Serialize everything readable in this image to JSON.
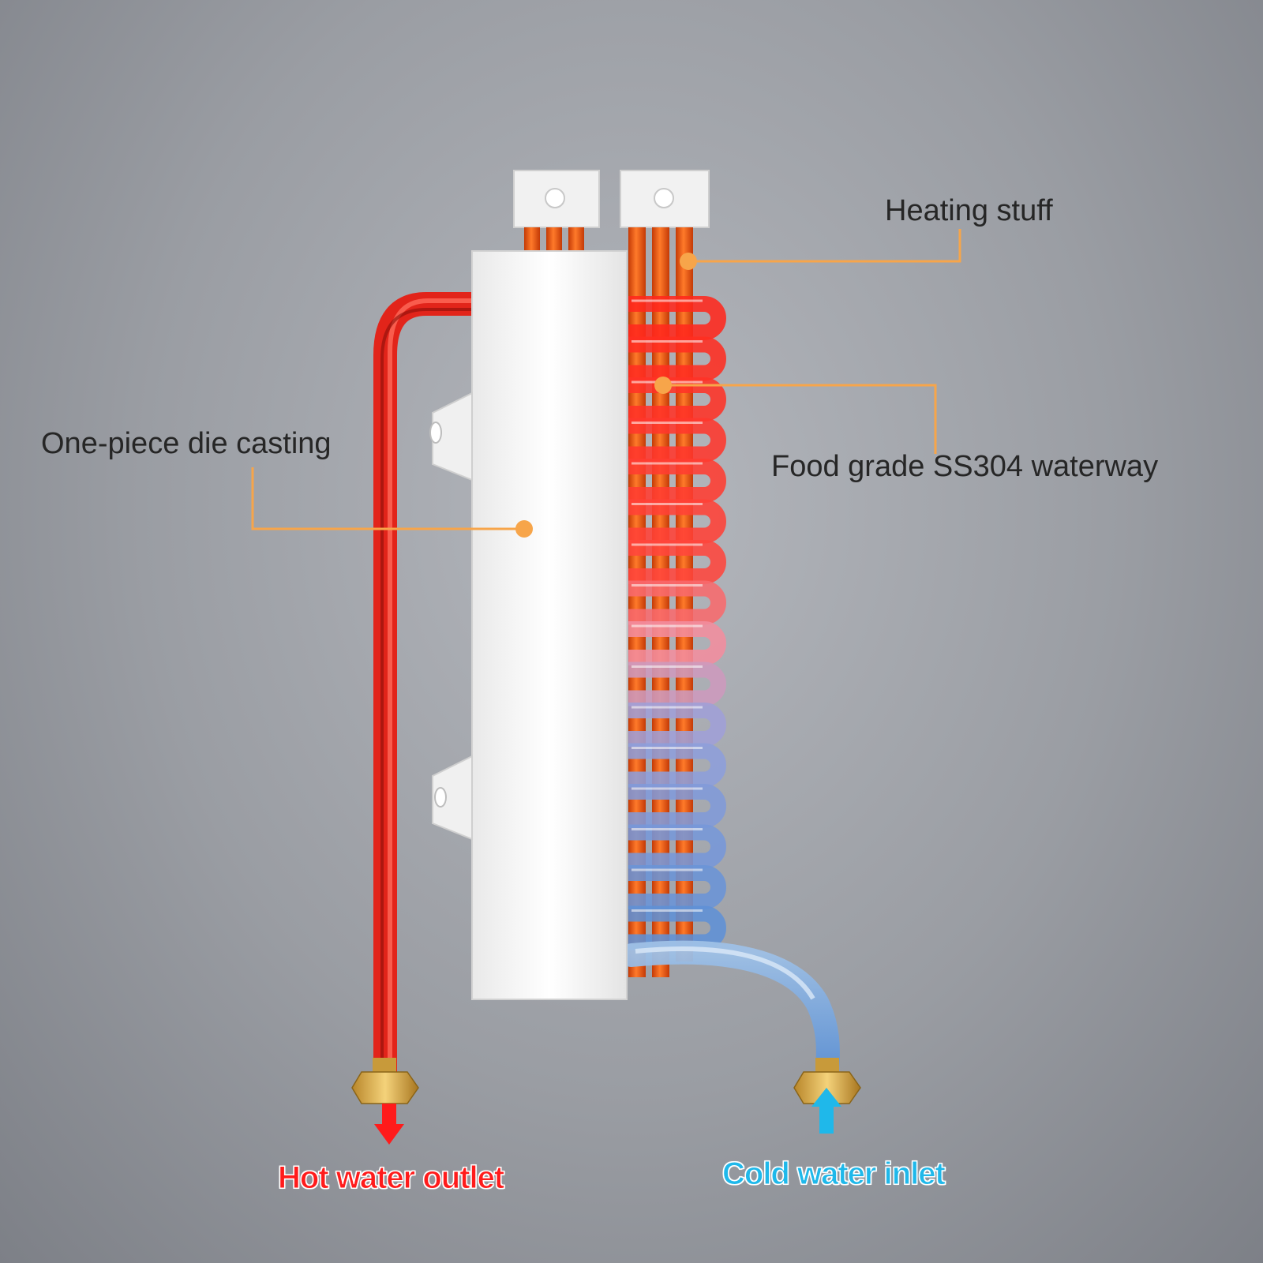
{
  "callouts": {
    "heating": "Heating stuff",
    "casting": "One-piece die casting",
    "waterway": "Food grade SS304 waterway"
  },
  "flow": {
    "hot_outlet": "Hot water outlet",
    "cold_inlet": "Cold water inlet"
  },
  "colors": {
    "callout_line": "#f7a54a",
    "hot": "#ff1b1b",
    "cold": "#1fb8ea",
    "heater_rod": "#f05a12",
    "body": "#f4f4f4"
  },
  "icons": [
    "hot-outlet-arrow-icon",
    "cold-inlet-arrow-icon"
  ]
}
